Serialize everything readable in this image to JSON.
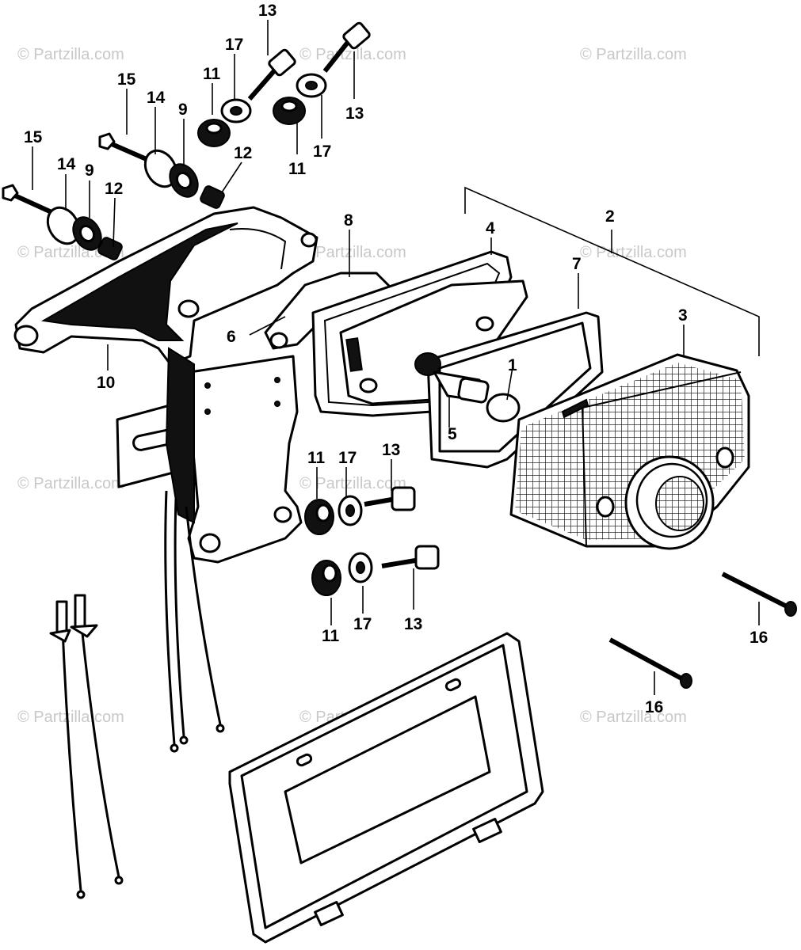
{
  "watermark": "© Partzilla.com",
  "callouts": {
    "c1": "1",
    "c2": "2",
    "c3": "3",
    "c4": "4",
    "c5": "5",
    "c6": "6",
    "c7": "7",
    "c8": "8",
    "c10": "10",
    "c9a": "9",
    "c9b": "9",
    "c11a": "11",
    "c11b": "11",
    "c11c": "11",
    "c11d": "11",
    "c12a": "12",
    "c12b": "12",
    "c13a": "13",
    "c13b": "13",
    "c13c": "13",
    "c13d": "13",
    "c14a": "14",
    "c14b": "14",
    "c15a": "15",
    "c15b": "15",
    "c16a": "16",
    "c16b": "16",
    "c17a": "17",
    "c17b": "17",
    "c17c": "17",
    "c17d": "17"
  }
}
